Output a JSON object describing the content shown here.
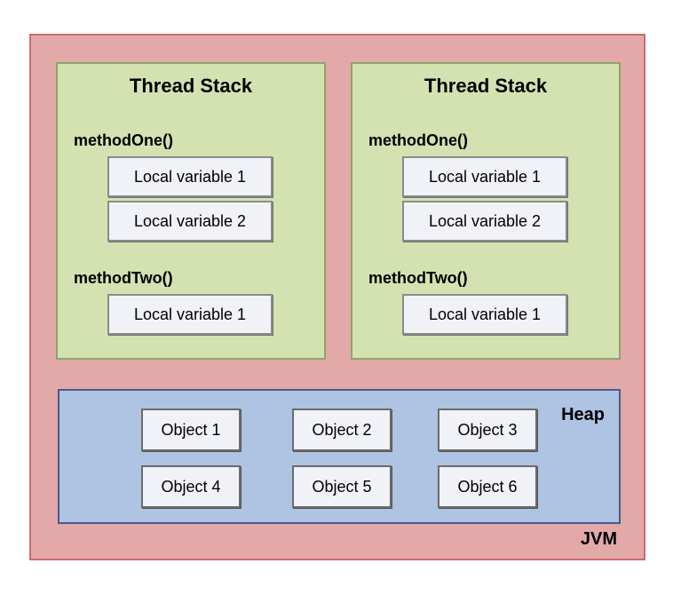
{
  "jvm": {
    "label": "JVM"
  },
  "stacks": [
    {
      "title": "Thread Stack",
      "methods": [
        {
          "name": "methodOne()",
          "variables": [
            "Local variable 1",
            "Local variable 2"
          ]
        },
        {
          "name": "methodTwo()",
          "variables": [
            "Local variable 1"
          ]
        }
      ]
    },
    {
      "title": "Thread Stack",
      "methods": [
        {
          "name": "methodOne()",
          "variables": [
            "Local variable 1",
            "Local variable 2"
          ]
        },
        {
          "name": "methodTwo()",
          "variables": [
            "Local variable 1"
          ]
        }
      ]
    }
  ],
  "heap": {
    "label": "Heap",
    "objects": [
      "Object 1",
      "Object 2",
      "Object 3",
      "Object 4",
      "Object 5",
      "Object 6"
    ]
  },
  "colors": {
    "jvm_fill": "#e3a9a9",
    "stack_fill": "#d4e2b2",
    "heap_fill": "#afc3e2",
    "box_fill": "#f1f2f7"
  }
}
